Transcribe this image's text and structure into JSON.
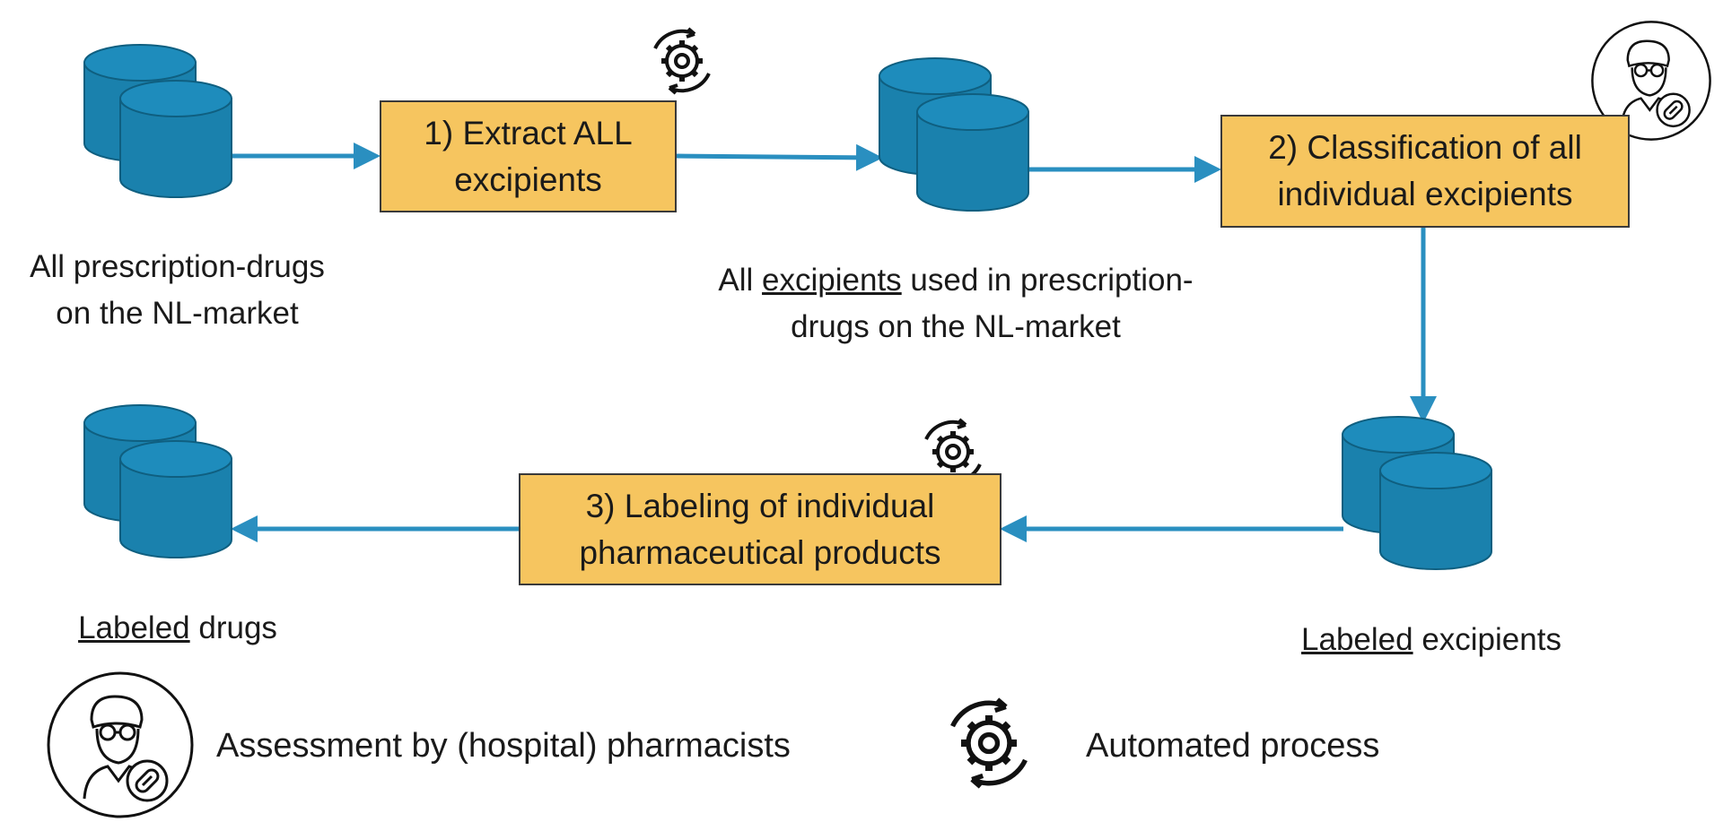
{
  "colors": {
    "db": "#1a81ad",
    "db_top": "#1e8cbc",
    "arrow": "#2a8fc0",
    "box": "#f6c55f"
  },
  "steps": {
    "extract": {
      "line1": "1) Extract ALL",
      "line2": "excipients"
    },
    "classify": {
      "line1": "2) Classification of all",
      "line2": "individual excipients"
    },
    "labeling": {
      "line1": "3) Labeling of individual",
      "line2": "pharmaceutical products"
    }
  },
  "databases": {
    "all_drugs": {
      "line1": "All prescription-drugs",
      "line2": "on the NL-market"
    },
    "all_excipients": {
      "pre": "All ",
      "underlined": "excipients",
      "post": " used in prescription-",
      "line2": "drugs on the NL-market"
    },
    "labeled_excipients": {
      "underlined": "Labeled",
      "post": " excipients"
    },
    "labeled_drugs": {
      "underlined": "Labeled",
      "post": " drugs"
    }
  },
  "legend": {
    "pharmacist": {
      "icon": "pharmacist-icon",
      "text": "Assessment by (hospital) pharmacists"
    },
    "automated": {
      "icon": "gear-cycle-icon",
      "text": "Automated process"
    }
  }
}
